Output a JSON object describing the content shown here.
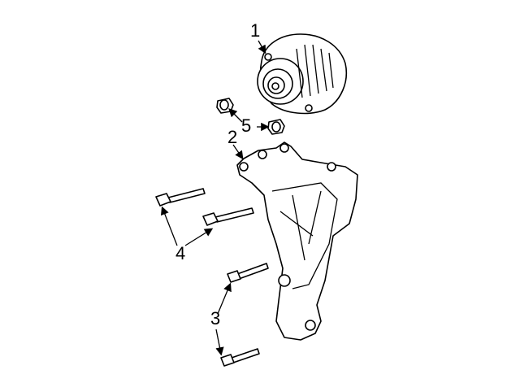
{
  "diagram": {
    "callouts": [
      {
        "id": "alternator",
        "label": "1"
      },
      {
        "id": "bracket",
        "label": "2"
      },
      {
        "id": "bracket-bolts",
        "label": "3"
      },
      {
        "id": "alternator-bolts",
        "label": "4"
      },
      {
        "id": "nuts",
        "label": "5"
      }
    ]
  }
}
